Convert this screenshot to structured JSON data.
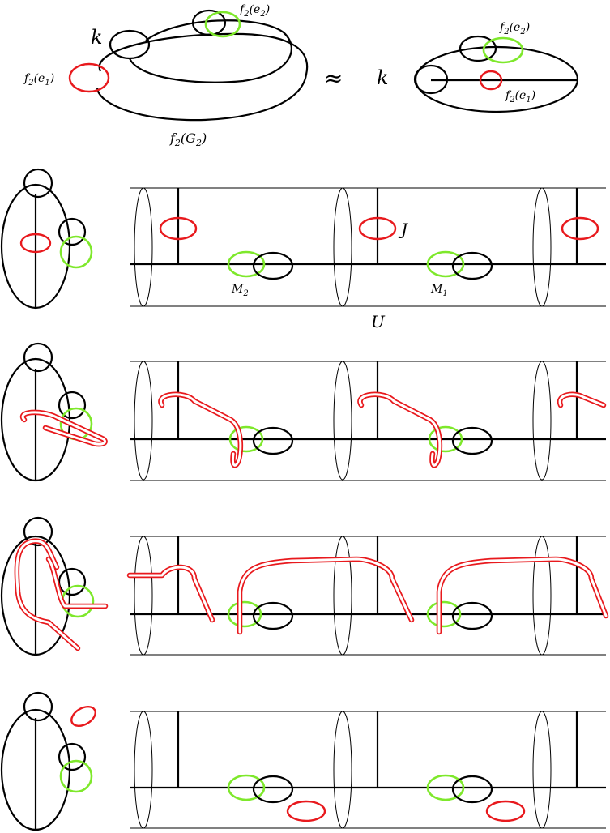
{
  "labels": {
    "top_left_e2": "f",
    "top_left_e2_sub": "2",
    "top_left_e2_arg": "(e",
    "top_left_e2_argsub": "2",
    "top_left_e2_close": ")",
    "top_left_k": "k",
    "top_left_e1": "f",
    "top_left_e1_sub": "2",
    "top_left_e1_arg": "(e",
    "top_left_e1_argsub": "1",
    "top_left_e1_close": ")",
    "top_left_G2": "f",
    "top_left_G2_sub": "2",
    "top_left_G2_arg": "(G",
    "top_left_G2_argsub": "2",
    "top_left_G2_close": ")",
    "approx": "≈",
    "top_right_k": "k",
    "top_right_e2": "f",
    "top_right_e2_sub": "2",
    "top_right_e2_arg": "(e",
    "top_right_e2_argsub": "2",
    "top_right_e2_close": ")",
    "top_right_e1": "f",
    "top_right_e1_sub": "2",
    "top_right_e1_arg": "(e",
    "top_right_e1_argsub": "1",
    "top_right_e1_close": ")",
    "J": "J",
    "M2": "M",
    "M2_sub": "2",
    "M1": "M",
    "M1_sub": "1",
    "U": "U"
  },
  "colors": {
    "red": "#e8191d",
    "green": "#7ee82b",
    "black": "#000000"
  }
}
